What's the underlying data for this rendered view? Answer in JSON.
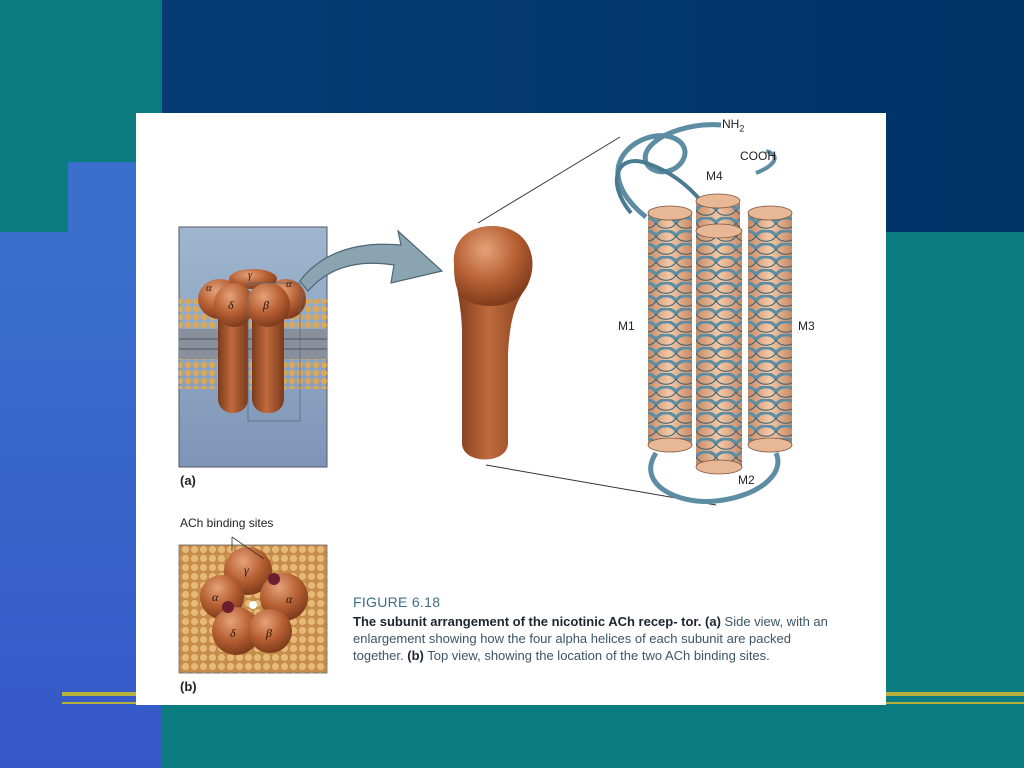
{
  "slide": {
    "colors": {
      "teal": "#0b7c7f",
      "navy": "#003366",
      "blue": "#3a5fcd",
      "gold_line": "#b8b03c"
    }
  },
  "figure": {
    "panel_a_label": "(a)",
    "panel_b_label": "(b)",
    "binding_sites_label": "ACh binding sites",
    "side_subunits": {
      "alpha_left": "α",
      "gamma": "γ",
      "delta": "δ",
      "beta": "β",
      "alpha_right": "α"
    },
    "top_subunits": {
      "gamma": "γ",
      "alpha_left": "α",
      "alpha_right": "α",
      "delta": "δ",
      "beta": "β"
    },
    "helix_labels": {
      "nh2": "NH",
      "nh2_sub": "2",
      "cooh": "COOH",
      "m1": "M1",
      "m2": "M2",
      "m3": "M3",
      "m4": "M4"
    },
    "caption": {
      "figure_number": "FIGURE 6.18",
      "title": "The subunit arrangement of the nicotinic ACh recep- tor.",
      "part_a_label": "(a)",
      "part_a_text": "Side view, with an enlargement showing how the four alpha helices of each subunit are packed together.",
      "part_b_label": "(b)",
      "part_b_text": "Top view, showing the location of the two ACh binding sites."
    }
  }
}
